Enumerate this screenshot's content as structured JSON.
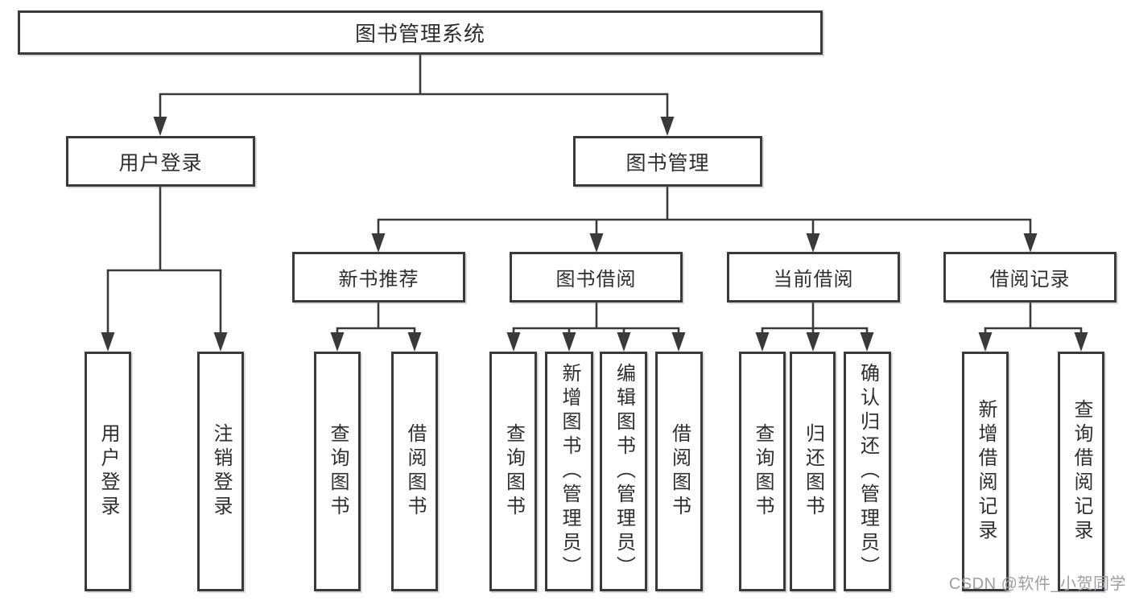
{
  "diagram": {
    "root": {
      "label": "图书管理系统"
    },
    "branches": [
      {
        "label": "用户登录",
        "children": [
          {
            "label": "用户登录"
          },
          {
            "label": "注销登录"
          }
        ]
      },
      {
        "label": "图书管理",
        "children": [
          {
            "label": "新书推荐",
            "children": [
              {
                "label": "查询图书"
              },
              {
                "label": "借阅图书"
              }
            ]
          },
          {
            "label": "图书借阅",
            "children": [
              {
                "label": "查询图书"
              },
              {
                "label": "新增图书（管理员）"
              },
              {
                "label": "编辑图书（管理员）"
              },
              {
                "label": "借阅图书"
              }
            ]
          },
          {
            "label": "当前借阅",
            "children": [
              {
                "label": "查询图书"
              },
              {
                "label": "归还图书"
              },
              {
                "label": "确认归还（管理员）"
              }
            ]
          },
          {
            "label": "借阅记录",
            "children": [
              {
                "label": "新增借阅记录"
              },
              {
                "label": "查询借阅记录"
              }
            ]
          }
        ]
      }
    ]
  },
  "watermark": {
    "label": "CSDN @软件_小贺同学"
  },
  "colors": {
    "line": "#3a3a3a",
    "box_border": "#3a3a3a",
    "box_fill": "#ffffff",
    "text": "#2e2e2e",
    "watermark": "#9d9da5",
    "background": "#ffffff"
  }
}
